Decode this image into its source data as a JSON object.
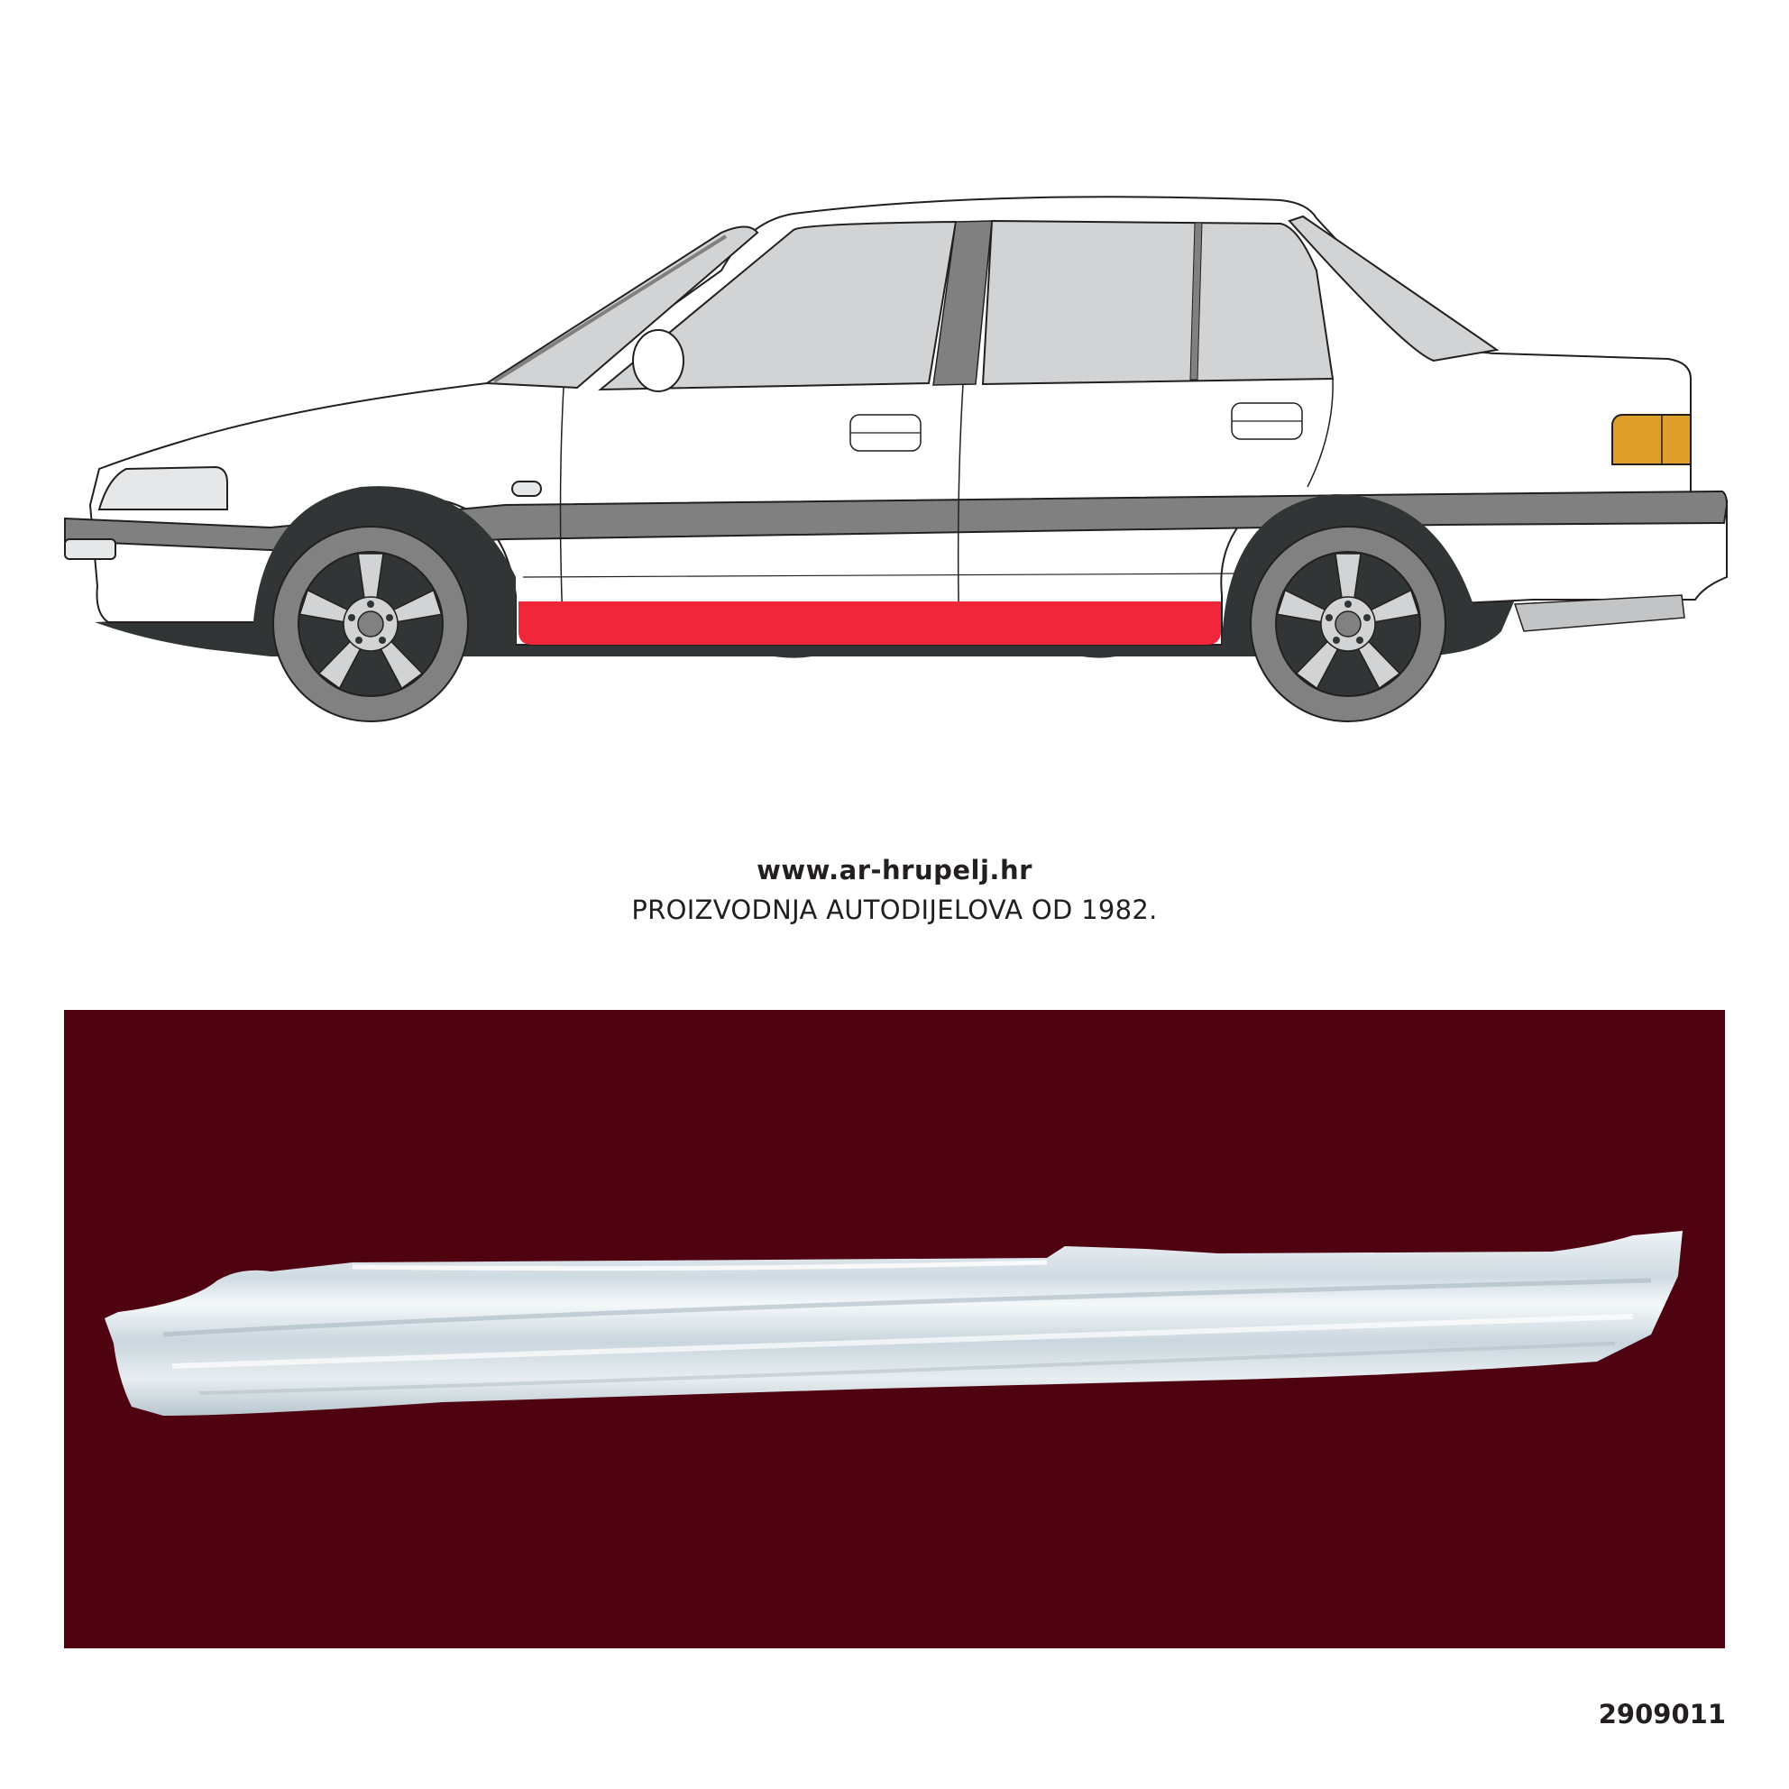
{
  "header": {
    "website": "www.ar-hrupelj.hr",
    "tagline": "PROIZVODNJA AUTODIJELOVA OD 1982."
  },
  "illustration": {
    "subject": "sedan side view (left side)",
    "highlighted_part": "left sill / rocker panel",
    "colors": {
      "highlight": "#f0263a",
      "body": "#ffffff",
      "trim": "#808080",
      "tire": "#818181",
      "wheel_arch": "#313536",
      "glass": "#d1d3d4",
      "indicator": "#df9e2a"
    }
  },
  "product_photo": {
    "background": "#4f0210",
    "subject": "sill panel (rocker panel) part photo"
  },
  "footer": {
    "part_number": "2909011"
  }
}
